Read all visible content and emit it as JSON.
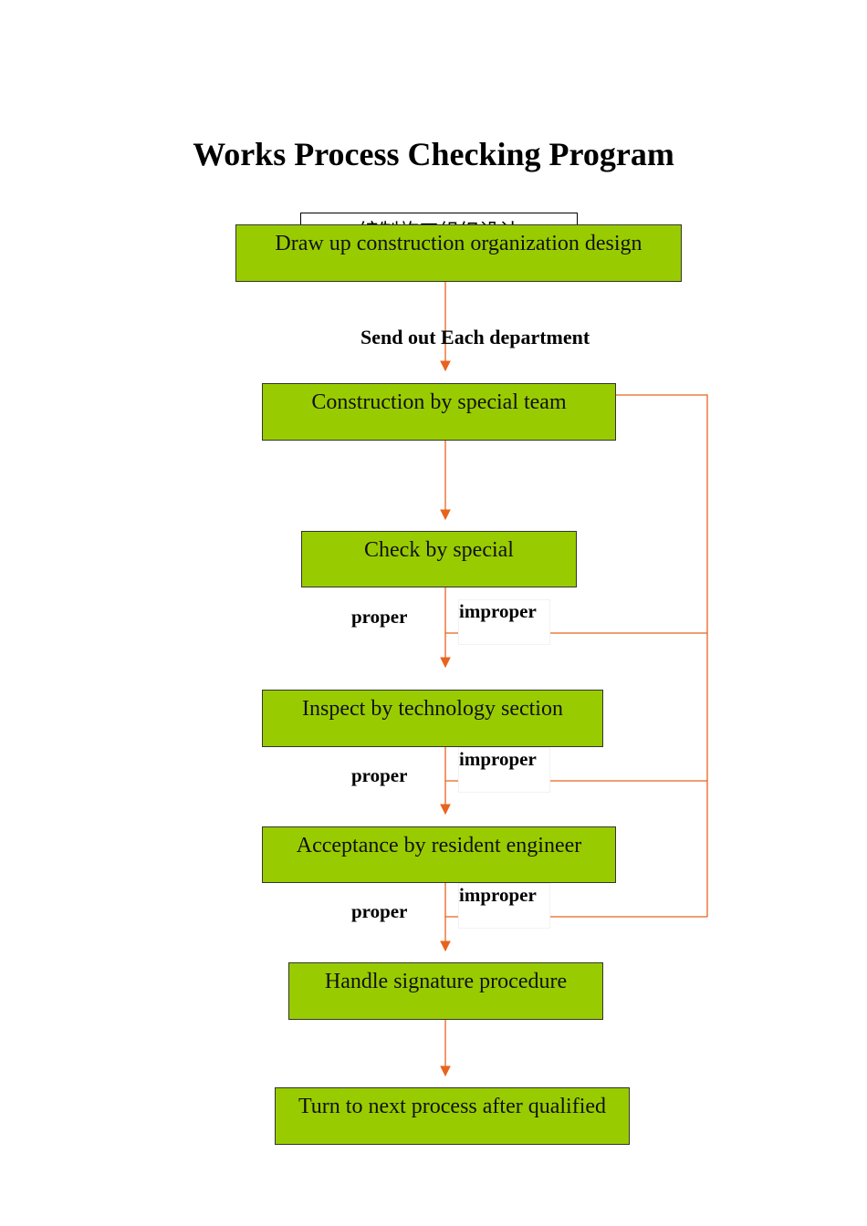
{
  "title": "Works Process Checking Program",
  "hidden_box_text": "编制施工组织设计",
  "send_out_label": "Send out  Each department",
  "steps": [
    "Draw up construction organization design",
    "Construction by special team",
    "Check by special",
    "Inspect by technology section",
    "Acceptance by resident engineer",
    "Handle signature procedure",
    "Turn to next process after qualified"
  ],
  "branch_labels": {
    "proper": "proper",
    "improper": "improper"
  },
  "colors": {
    "box_fill": "#99cc00",
    "connector": "#e8641e"
  }
}
